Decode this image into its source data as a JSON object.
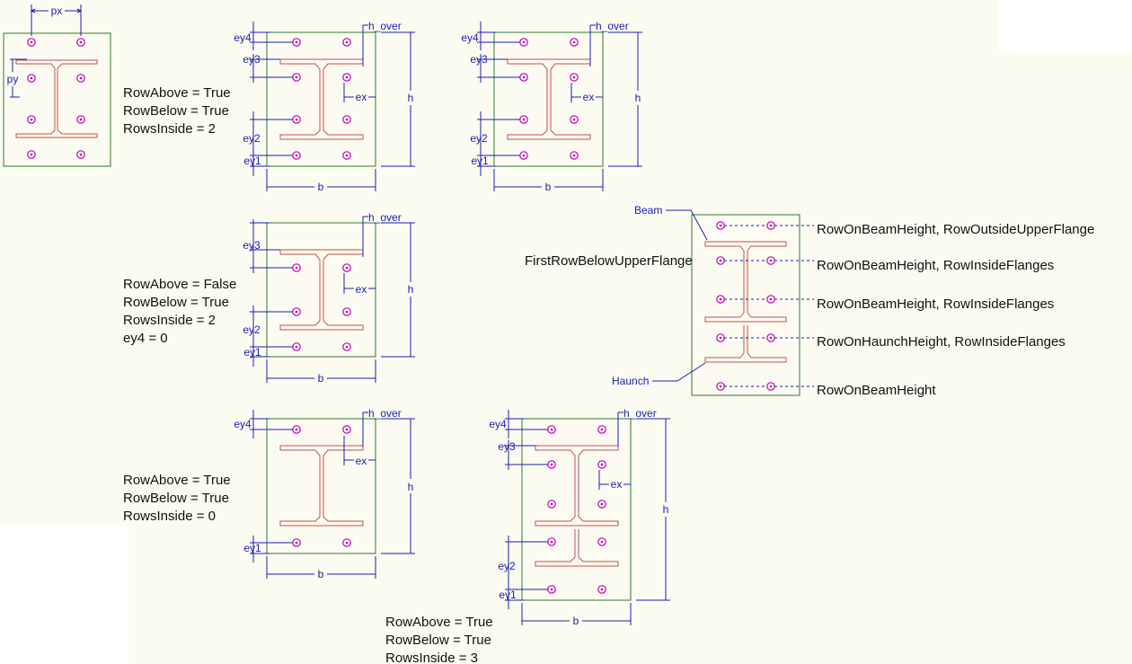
{
  "labels": {
    "px": "px",
    "py": "py",
    "ey1": "ey1",
    "ey2": "ey2",
    "ey3": "ey3",
    "ey4": "ey4",
    "ex": "ex",
    "h": "h",
    "b": "b",
    "h_over": "h_over",
    "beam": "Beam",
    "haunch": "Haunch",
    "first_row_below": "FirstRowBelowUpperFlange"
  },
  "captions": {
    "d1": [
      "RowAbove = True",
      "RowBelow = True",
      "RowsInside = 2"
    ],
    "d3": [
      "RowAbove = False",
      "RowBelow = True",
      "RowsInside = 2",
      "ey4 = 0"
    ],
    "d4": [
      "RowAbove = True",
      "RowBelow = True",
      "RowsInside = 0"
    ],
    "d5": [
      "RowAbove = True",
      "RowBelow = True",
      "RowsInside = 3"
    ]
  },
  "row_annotations": [
    "RowOnBeamHeight, RowOutsideUpperFlange",
    "RowOnBeamHeight, RowInsideFlanges",
    "RowOnBeamHeight, RowInsideFlanges",
    "RowOnHaunchHeight, RowInsideFlanges",
    "RowOnBeamHeight"
  ],
  "colors": {
    "background": "#fcfbf1",
    "dimension": "#1c1cb4",
    "plate": "#2c7a2c",
    "beam": "#c0504d",
    "bolt": "#c000c0"
  }
}
